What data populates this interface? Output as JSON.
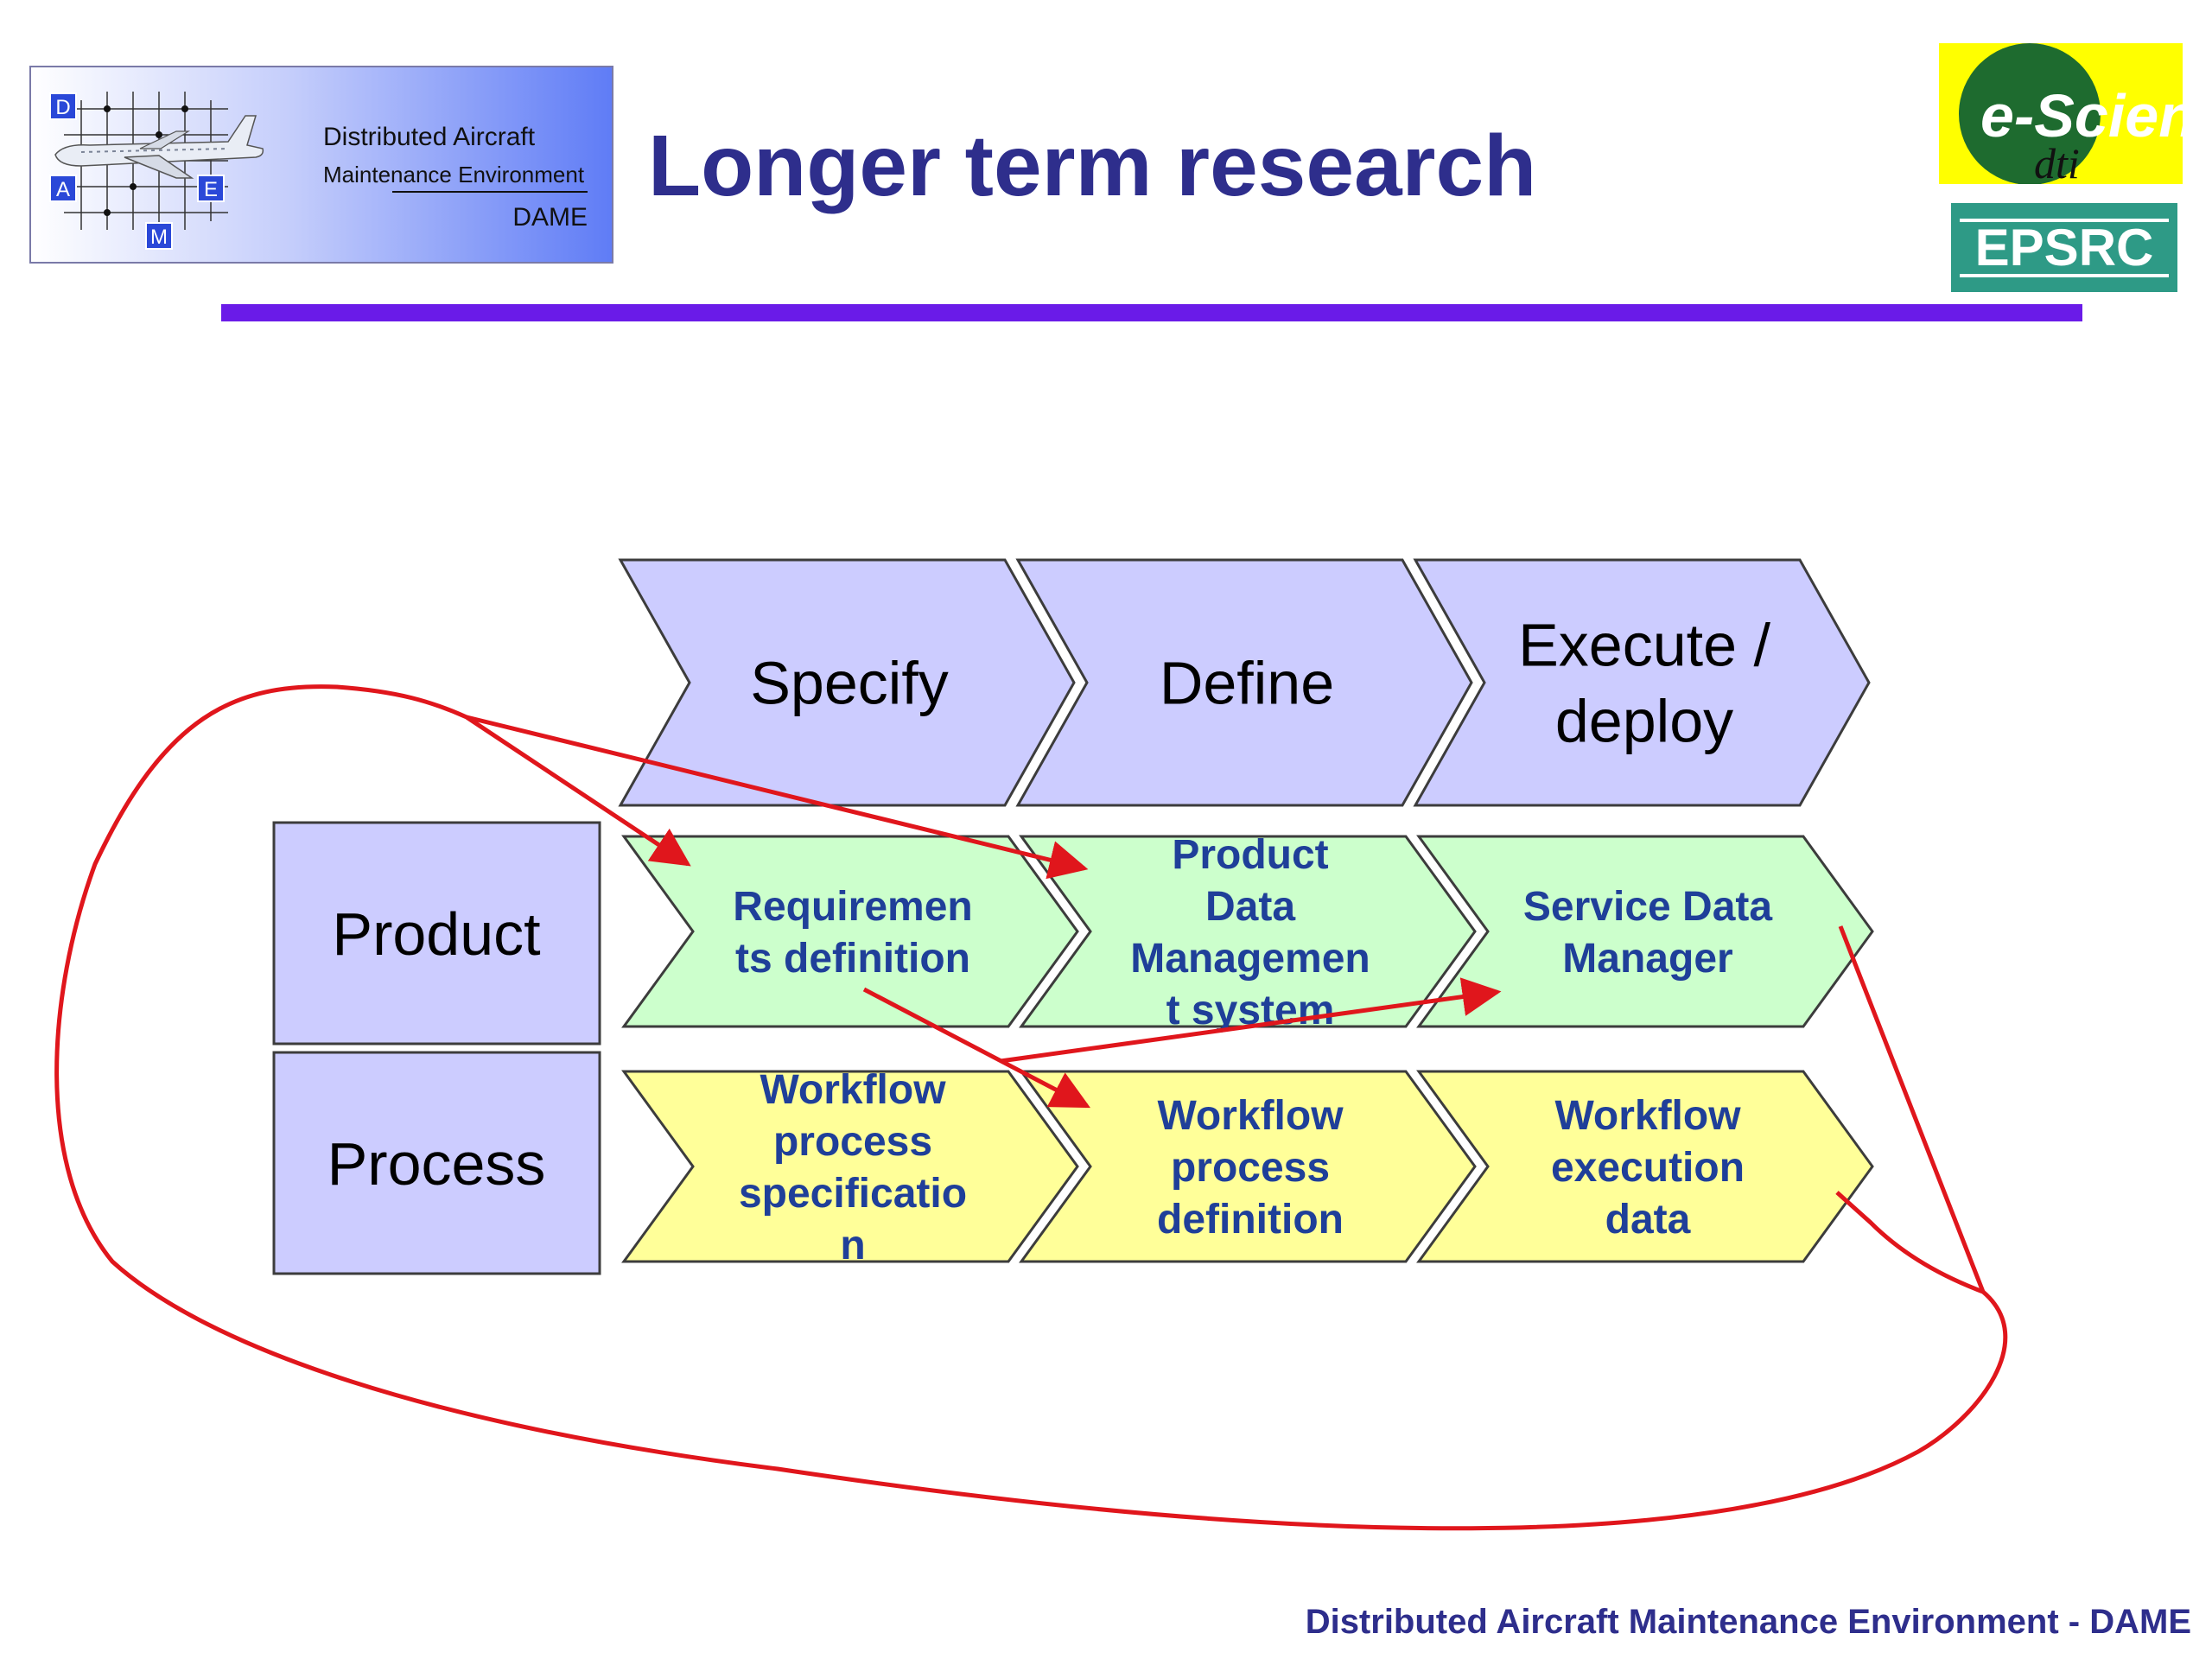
{
  "slide": {
    "title": "Longer term research",
    "footer": "Distributed Aircraft Maintenance Environment - DAME"
  },
  "logos": {
    "dame": {
      "line1": "Distributed Aircraft",
      "line2": "Maintenance Environment",
      "line3": "DAME",
      "letters": [
        "D",
        "A",
        "E",
        "M"
      ]
    },
    "escience": {
      "main": "e-Science",
      "sub": "dti"
    },
    "epsrc": {
      "text": "EPSRC"
    }
  },
  "diagram": {
    "phases": [
      {
        "id": "specify",
        "lines": [
          "Specify"
        ]
      },
      {
        "id": "define",
        "lines": [
          "Define"
        ]
      },
      {
        "id": "execute",
        "lines": [
          "Execute /",
          "deploy"
        ]
      }
    ],
    "rows": [
      {
        "id": "product",
        "label": "Product",
        "cells": [
          {
            "id": "requirements",
            "lines": [
              "Requiremen",
              "ts definition"
            ]
          },
          {
            "id": "pdm",
            "lines": [
              "Product",
              "Data",
              "Managemen",
              "t system"
            ]
          },
          {
            "id": "sdm",
            "lines": [
              "Service Data",
              "Manager"
            ]
          }
        ]
      },
      {
        "id": "process",
        "label": "Process",
        "cells": [
          {
            "id": "wf-spec",
            "lines": [
              "Workflow",
              "process",
              "specificatio",
              "n"
            ]
          },
          {
            "id": "wf-def",
            "lines": [
              "Workflow",
              "process",
              "definition"
            ]
          },
          {
            "id": "wf-exec",
            "lines": [
              "Workflow",
              "execution",
              "data"
            ]
          }
        ]
      }
    ],
    "colors": {
      "phase_fill": "#ccccff",
      "product_fill": "#ccffcc",
      "process_fill": "#ffff99",
      "row_label_fill": "#ccccff",
      "cell_text": "#1f3f99",
      "arrow": "#e0161c",
      "outline": "#3c3c3c"
    }
  }
}
